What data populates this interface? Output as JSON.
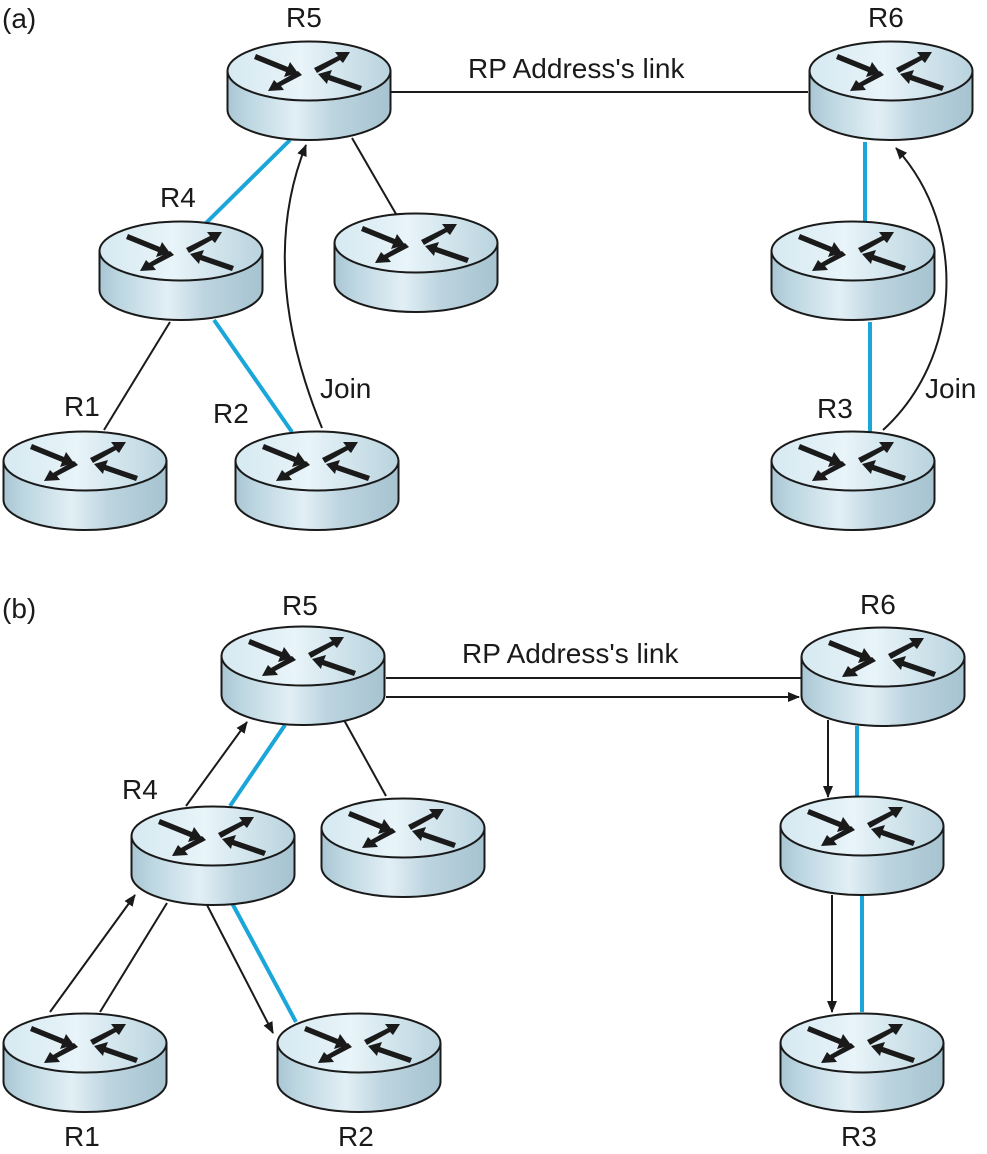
{
  "colors": {
    "tree_link": "#1BA6D9",
    "plain_link": "#1a1a1a",
    "router_top": "#e4f1f7",
    "router_side_dark": "#a9c6d3",
    "router_side_light": "#e2eff5",
    "router_outline": "#1a1a1a",
    "router_arrow": "#1a1a1a"
  },
  "panels": [
    {
      "id": "a",
      "label": "(a)",
      "rp_link_label": "RP Address's link",
      "routers": [
        {
          "id": "R5",
          "label": "R5"
        },
        {
          "id": "R6",
          "label": "R6"
        },
        {
          "id": "R4",
          "label": "R4"
        },
        {
          "id": "RA",
          "label": ""
        },
        {
          "id": "RB",
          "label": ""
        },
        {
          "id": "R1",
          "label": "R1"
        },
        {
          "id": "R2",
          "label": "R2"
        },
        {
          "id": "R3",
          "label": "R3"
        }
      ],
      "join_labels": [
        "Join",
        "Join"
      ],
      "links": [
        {
          "from": "R5",
          "to": "R6",
          "kind": "plain",
          "note": "RP Address's link"
        },
        {
          "from": "R5",
          "to": "R4",
          "kind": "tree"
        },
        {
          "from": "R5",
          "to": "RA",
          "kind": "plain"
        },
        {
          "from": "R4",
          "to": "R1",
          "kind": "plain"
        },
        {
          "from": "R4",
          "to": "R2",
          "kind": "tree"
        },
        {
          "from": "R6",
          "to": "RB",
          "kind": "tree"
        },
        {
          "from": "RB",
          "to": "R3",
          "kind": "tree"
        },
        {
          "from": "R2",
          "to": "R5",
          "kind": "join-message"
        },
        {
          "from": "R3",
          "to": "R6",
          "kind": "join-message"
        }
      ]
    },
    {
      "id": "b",
      "label": "(b)",
      "rp_link_label": "RP Address's link",
      "routers": [
        {
          "id": "R5",
          "label": "R5"
        },
        {
          "id": "R6",
          "label": "R6"
        },
        {
          "id": "R4",
          "label": "R4"
        },
        {
          "id": "RA",
          "label": ""
        },
        {
          "id": "RB",
          "label": ""
        },
        {
          "id": "R1",
          "label": "R1"
        },
        {
          "id": "R2",
          "label": "R2"
        },
        {
          "id": "R3",
          "label": "R3"
        }
      ],
      "links": [
        {
          "from": "R5",
          "to": "R6",
          "kind": "plain",
          "note": "RP Address's link"
        },
        {
          "from": "R5",
          "to": "R6",
          "kind": "data-flow"
        },
        {
          "from": "R5",
          "to": "R4",
          "kind": "tree"
        },
        {
          "from": "R4",
          "to": "R5",
          "kind": "data-flow"
        },
        {
          "from": "R5",
          "to": "RA",
          "kind": "plain"
        },
        {
          "from": "R1",
          "to": "R4",
          "kind": "data-flow"
        },
        {
          "from": "R4",
          "to": "R1",
          "kind": "plain"
        },
        {
          "from": "R4",
          "to": "R2",
          "kind": "tree"
        },
        {
          "from": "R4",
          "to": "R2",
          "kind": "data-flow"
        },
        {
          "from": "R6",
          "to": "RB",
          "kind": "tree"
        },
        {
          "from": "R6",
          "to": "RB",
          "kind": "data-flow"
        },
        {
          "from": "RB",
          "to": "R3",
          "kind": "tree"
        },
        {
          "from": "RB",
          "to": "R3",
          "kind": "data-flow"
        }
      ]
    }
  ]
}
